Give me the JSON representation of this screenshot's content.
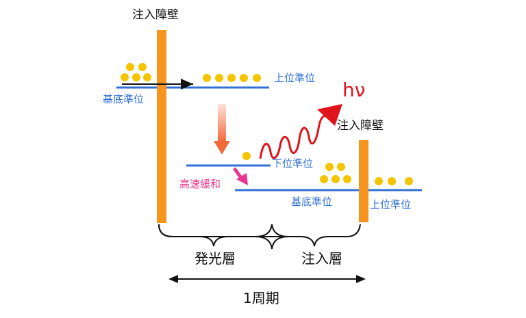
{
  "title_left": "注入障壁",
  "title_right": "注入障壁",
  "labels": {
    "upper_level_1": "上位準位",
    "ground_level_1": "基底準位",
    "lower_level": "下位準位",
    "ground_level_2": "基底準位",
    "upper_level_2": "上位準位",
    "fast_relax": "高速緩和",
    "photon": "hν"
  },
  "regions": {
    "emission_layer": "発光層",
    "injection_layer": "注入層",
    "period": "1周期"
  },
  "colors": {
    "barrier": "#f7941d",
    "level": "#2f6fd6",
    "electron": "#f5c400",
    "photon_wave": "#e0141b",
    "relax_arrow": "#e8368f",
    "transition_arrow_top": "#ffd9cc",
    "transition_arrow_bottom": "#f26a3a"
  }
}
